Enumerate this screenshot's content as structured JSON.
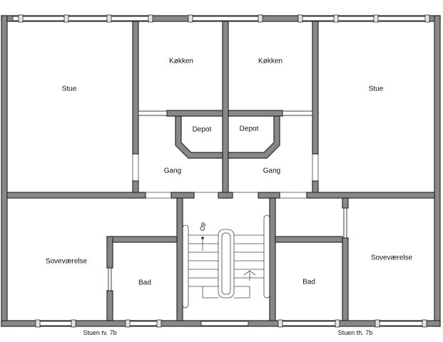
{
  "rooms": {
    "stue_left": "Stue",
    "kokken_left": "Køkken",
    "kokken_right": "Køkken",
    "stue_right": "Stue",
    "depot_left": "Depot",
    "depot_right": "Depot",
    "gang_left": "Gang",
    "gang_right": "Gang",
    "sovevaerelse_left": "Soveværelse",
    "sovevaerelse_right": "Soveværelse",
    "bad_left": "Bad",
    "bad_right": "Bad"
  },
  "stair_label": "Op",
  "captions": {
    "left": "Stuen tv. 7b",
    "right": "Stuen th. 7b"
  },
  "colors": {
    "wall_fill": "#888888",
    "line": "#2a2a2a",
    "background": "#ffffff"
  }
}
